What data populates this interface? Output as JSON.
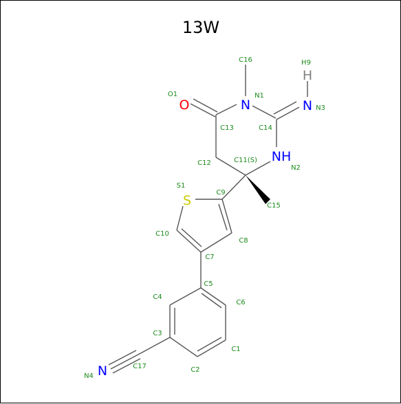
{
  "title": "13W",
  "atoms": {
    "O": "O",
    "N": "N",
    "H": "H",
    "NH": "NH"
  },
  "labels": {
    "C16": "C16",
    "H9": "H9",
    "O1": "O1",
    "N1": "N1",
    "N3": "N3",
    "C13": "C13",
    "C14": "C14",
    "C12": "C12",
    "C11": "C11(S)",
    "N2": "N2",
    "S1": "S1",
    "C9": "C9",
    "C15": "C15",
    "C10": "C10",
    "C8": "C8",
    "C7": "C7",
    "C5": "C5",
    "C4": "C4",
    "C6": "C6",
    "C3": "C3",
    "C1": "C1",
    "C17": "C17",
    "C2": "C2",
    "N4": "N4"
  },
  "colors": {
    "oxygen": "#ff0000",
    "nitrogen": "#0000ff",
    "sulfur": "#cccc00",
    "hydrogen": "#808080",
    "label": "#1a8a1a",
    "bond": "#555555"
  }
}
